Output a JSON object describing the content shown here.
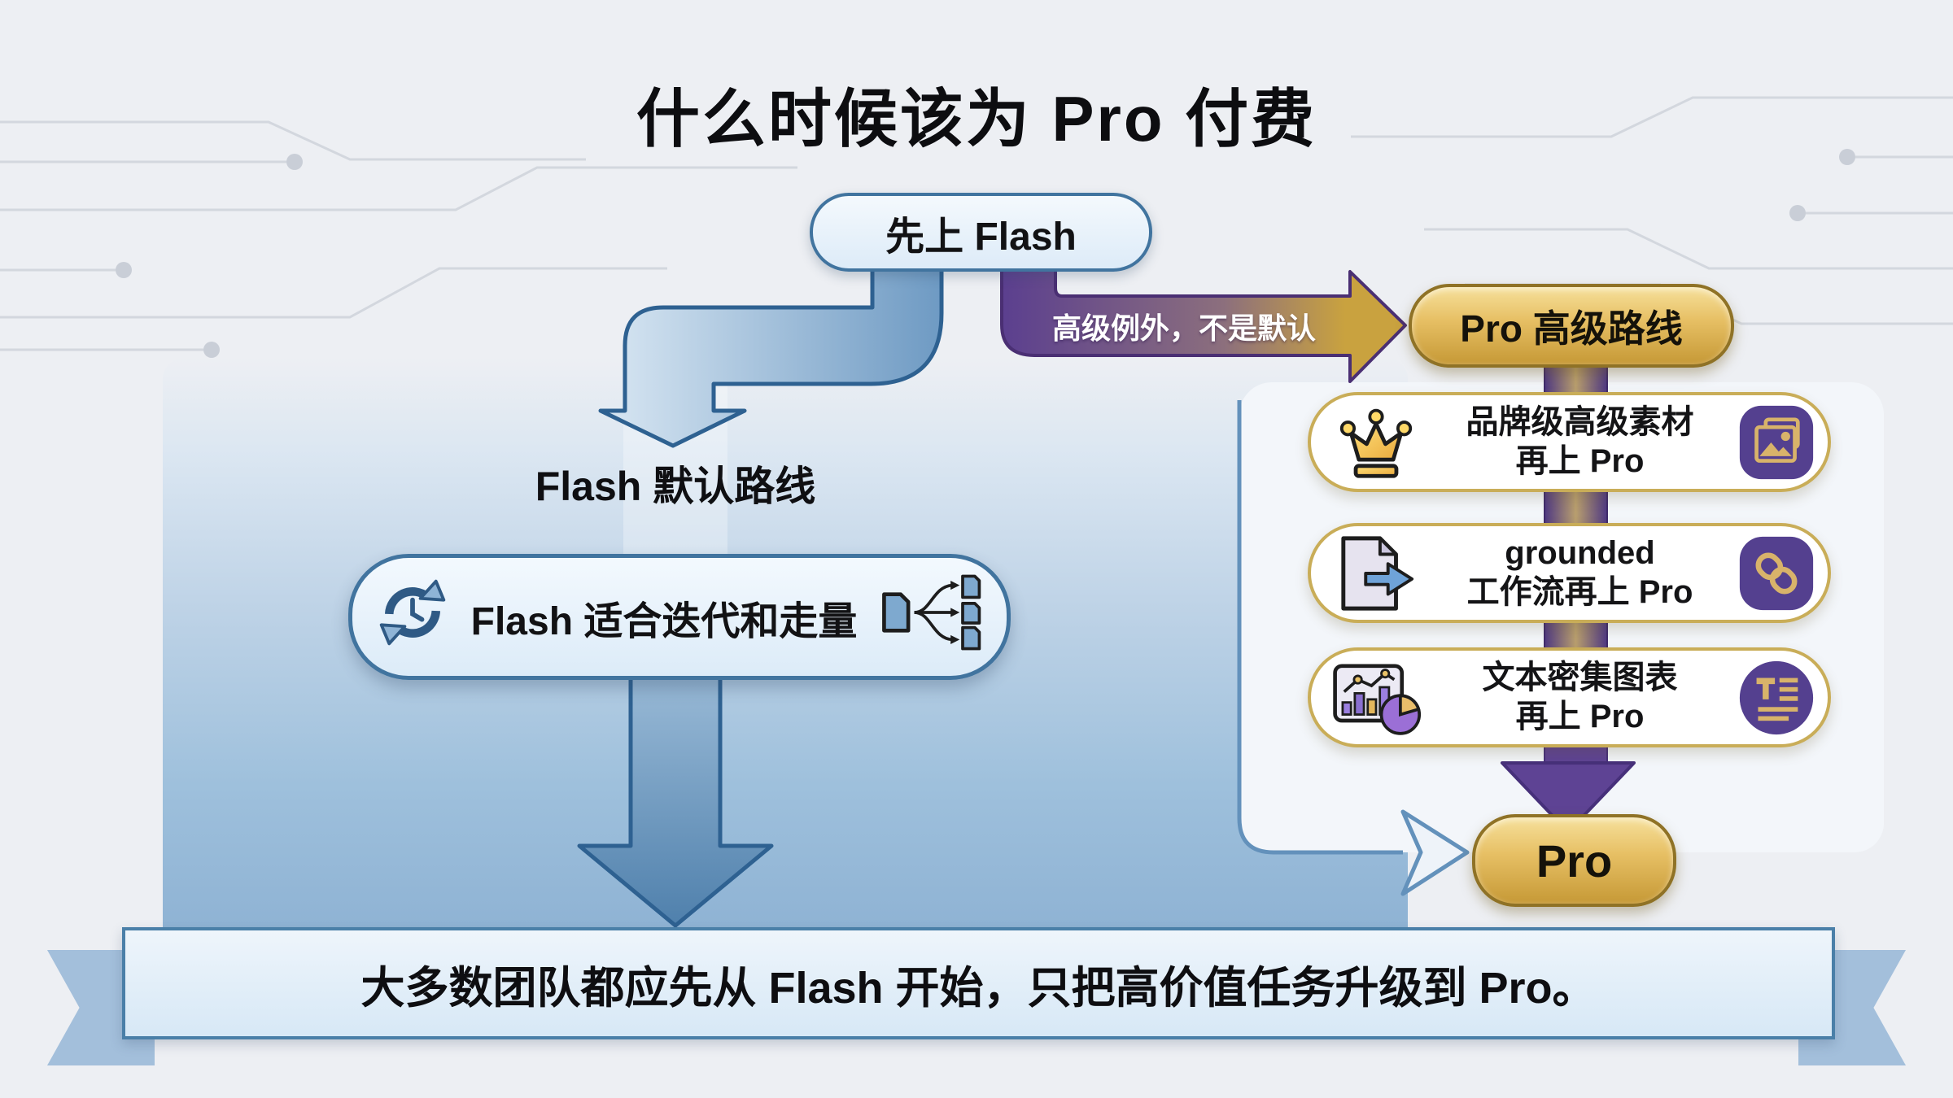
{
  "page": {
    "title": "什么时候该为 Pro 付费"
  },
  "flow": {
    "start_pill": "先上 Flash",
    "exception_label": "高级例外，不是默认",
    "flash_route_label": "Flash 默认路线",
    "flash_pill": "Flash 适合迭代和走量",
    "flash_pill_icons": [
      "cycle-icon",
      "fan-out-icon"
    ],
    "pro_route_pill": "Pro 高级路线",
    "pro_pill": "Pro",
    "banner": "大多数团队都应先从 Flash 开始，只把高价值任务升级到 Pro。"
  },
  "pro_cards": [
    {
      "line1": "品牌级高级素材",
      "line2": "再上 Pro",
      "left_icon": "crown-icon",
      "right_icon": "image-badge-icon"
    },
    {
      "line1": "grounded",
      "line2": "工作流再上 Pro",
      "left_icon": "document-export-icon",
      "right_icon": "link-badge-icon"
    },
    {
      "line1": "文本密集图表",
      "line2": "再上 Pro",
      "left_icon": "chart-icon",
      "right_icon": "text-badge-icon"
    }
  ],
  "colors": {
    "gold": "#c79a38",
    "purple": "#5e4394",
    "blue_border": "#41749f",
    "panel_blue": "#8fb3d4",
    "badge_purple": "#54408f",
    "badge_gold": "#d8b36a",
    "background": "#edeff3"
  }
}
